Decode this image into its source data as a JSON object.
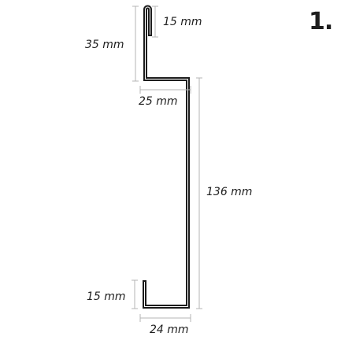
{
  "figure_number": "1.",
  "dimensions": {
    "hook_depth": "15 mm",
    "upper_leg": "35 mm",
    "step_width": "25 mm",
    "main_height": "136 mm",
    "lower_leg": "15 mm",
    "base_width": "24 mm"
  },
  "colors": {
    "profile_outline": "#1c1c1c",
    "dimension_lines": "#b4b4b4",
    "text": "#1e1e1e"
  }
}
